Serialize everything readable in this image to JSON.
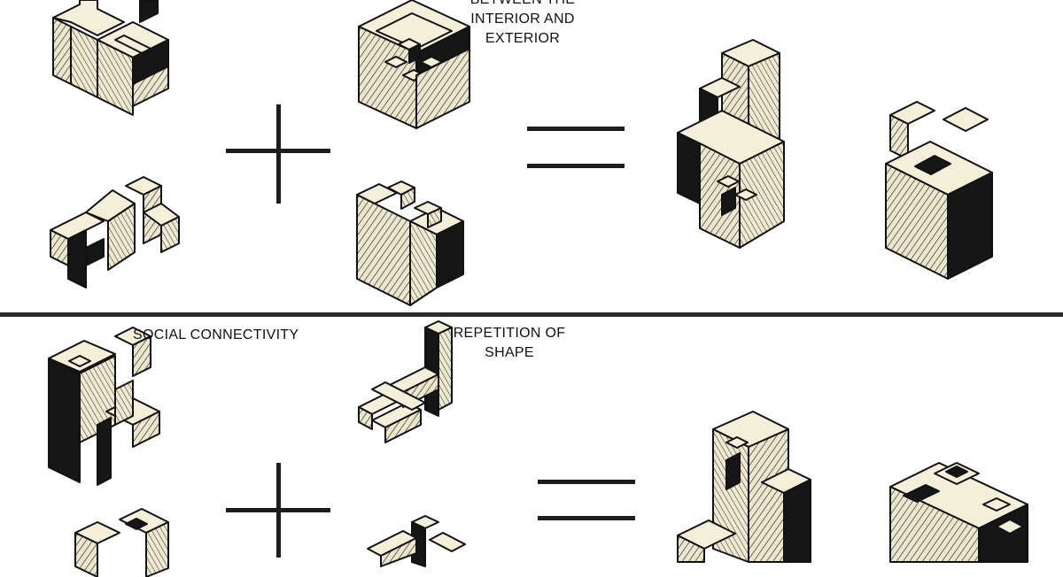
{
  "top_row": {
    "labels": {
      "interior_exterior": "BETWEEN THE\nINTERIOR AND\nEXTERIOR"
    },
    "operators": {
      "plus": "+",
      "equals": "="
    }
  },
  "bottom_row": {
    "labels": {
      "social_connectivity": "SOCIAL CONNECTIVITY",
      "repetition_of_shape": "REPETITION OF\nSHAPE"
    },
    "operators": {
      "plus": "+",
      "equals": "="
    }
  },
  "colors": {
    "paper": "#f3efd8",
    "ink": "#111111",
    "divider": "#2c2c2c"
  }
}
